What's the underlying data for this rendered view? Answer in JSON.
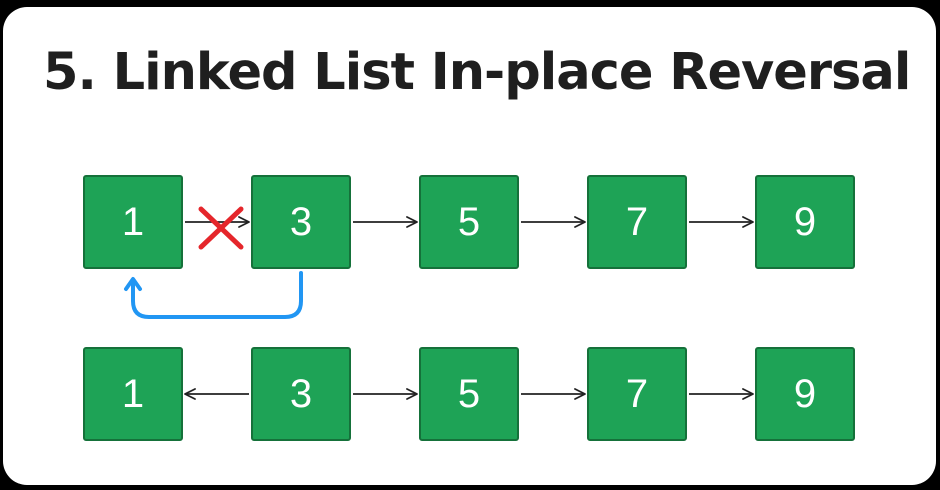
{
  "title": "5. Linked List In-place Reversal",
  "colors": {
    "node_fill": "#1ea356",
    "node_border": "#15713a",
    "arrow": "#222222",
    "cross": "#e5262b",
    "redirect_arrow": "#2196f3"
  },
  "diagram": {
    "before_row": {
      "nodes": [
        "1",
        "3",
        "5",
        "7",
        "9"
      ],
      "links": [
        {
          "from": 0,
          "to": 1,
          "direction": "forward",
          "broken": true
        },
        {
          "from": 1,
          "to": 2,
          "direction": "forward"
        },
        {
          "from": 2,
          "to": 3,
          "direction": "forward"
        },
        {
          "from": 3,
          "to": 4,
          "direction": "forward"
        }
      ],
      "redirect": {
        "from": 1,
        "to": 0,
        "icon": "curved-return-arrow-icon"
      }
    },
    "after_row": {
      "nodes": [
        "1",
        "3",
        "5",
        "7",
        "9"
      ],
      "links": [
        {
          "from": 1,
          "to": 0,
          "direction": "backward"
        },
        {
          "from": 1,
          "to": 2,
          "direction": "forward"
        },
        {
          "from": 2,
          "to": 3,
          "direction": "forward"
        },
        {
          "from": 3,
          "to": 4,
          "direction": "forward"
        }
      ]
    }
  }
}
